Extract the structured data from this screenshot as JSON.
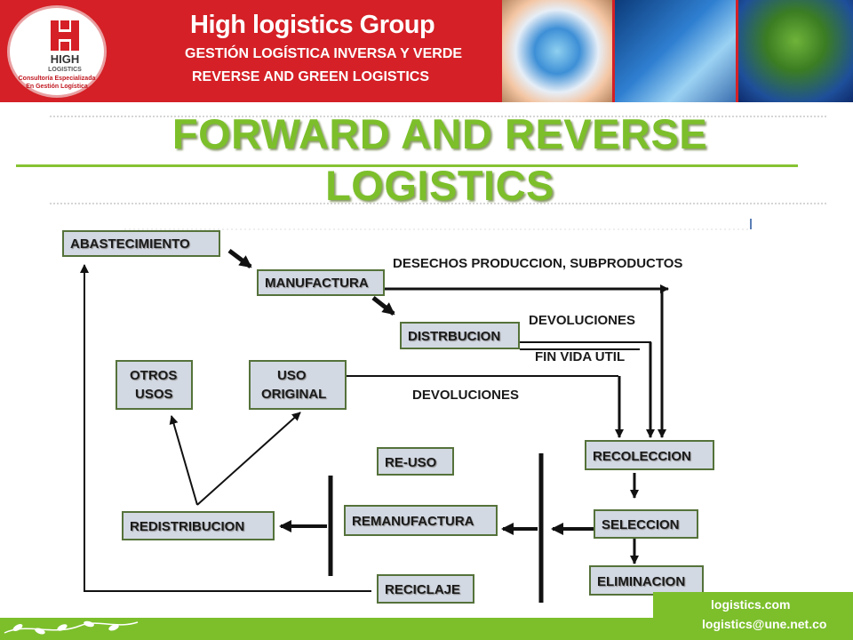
{
  "header": {
    "logo_text": "HIGH",
    "logo_subtext": "LOGISTICS",
    "logo_caption_1": "Consultoría Especializada",
    "logo_caption_2": "En Gestión Logística",
    "brand_name": "High logistics Group",
    "tagline_1": "GESTIÓN LOGÍSTICA INVERSA Y VERDE",
    "tagline_2": "REVERSE AND GREEN LOGISTICS"
  },
  "title": {
    "line1": "FORWARD AND REVERSE",
    "line2": "LOGISTICS"
  },
  "diagram": {
    "nodes": {
      "abastecimiento": "ABASTECIMIENTO",
      "manufactura": "MANUFACTURA",
      "distribucion": "DISTRBUCION",
      "otros_usos_1": "OTROS",
      "otros_usos_2": "USOS",
      "uso_original_1": "USO",
      "uso_original_2": "ORIGINAL",
      "recoleccion": "RECOLECCION",
      "re_uso": "RE-USO",
      "redistribucion": "REDISTRIBUCION",
      "remanufactura": "REMANUFACTURA",
      "seleccion": "SELECCION",
      "reciclaje": "RECICLAJE",
      "eliminacion": "ELIMINACION"
    },
    "labels": {
      "desechos": "DESECHOS PRODUCCION, SUBPRODUCTOS",
      "devoluciones_1": "DEVOLUCIONES",
      "fin_vida": "FIN VIDA UTIL",
      "devoluciones_2": "DEVOLUCIONES"
    }
  },
  "footer": {
    "line1": "logistics.com",
    "line2": "logistics@une.net.co"
  },
  "colors": {
    "banner_red": "#d42026",
    "title_green": "#7cbf2b",
    "box_fill": "#d3d9e3",
    "box_border": "#55723a"
  }
}
